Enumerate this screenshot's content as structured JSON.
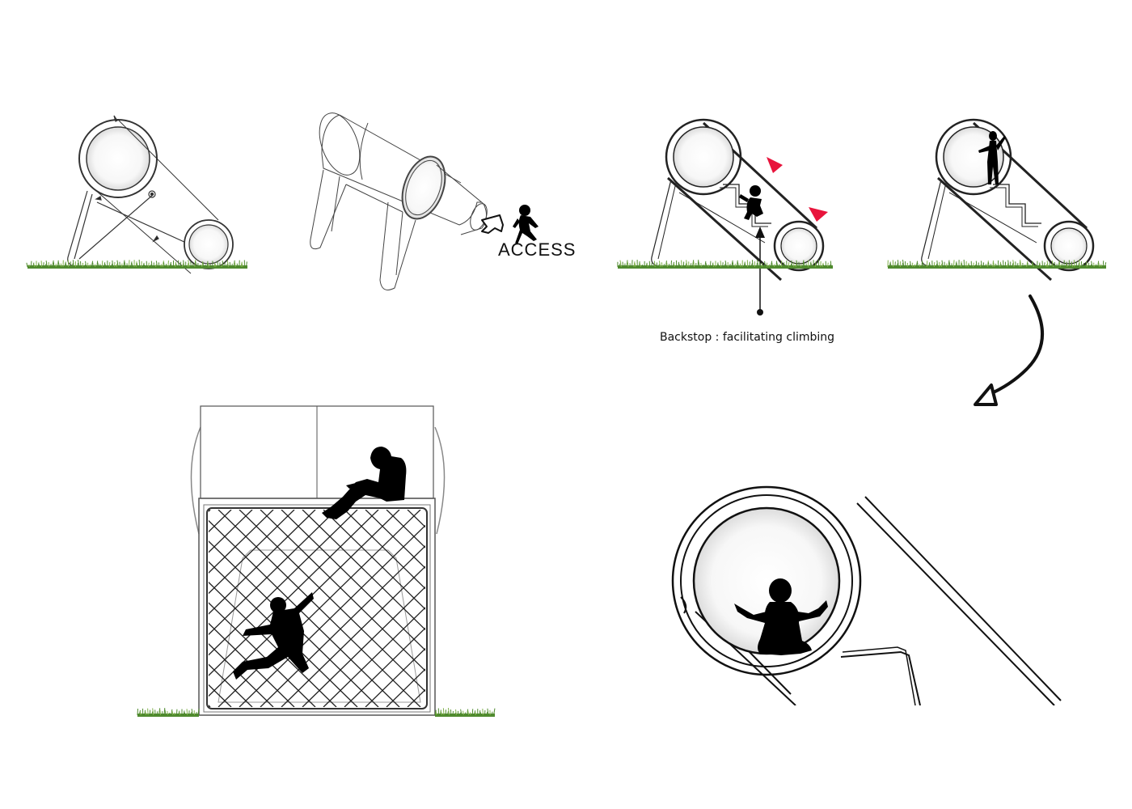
{
  "labels": {
    "access": "ACCESS",
    "backstop": "Backstop : facilitating climbing"
  },
  "colors": {
    "line": "#1a1a1a",
    "thin_line": "#555555",
    "silhouette": "#000000",
    "grass": "#4f8a2e",
    "grass_light": "#7fb04a",
    "accent": "#e8143c",
    "glass": "#f1f1f1"
  },
  "icons": [
    "grass-strip",
    "child-running-silhouette",
    "child-climbing-silhouette",
    "person-standing-silhouette",
    "person-sitting-silhouette",
    "child-jumping-silhouette",
    "baby-sitting-silhouette",
    "curved-arrow-icon",
    "warning-triangle-icon",
    "access-arrow-icon"
  ]
}
